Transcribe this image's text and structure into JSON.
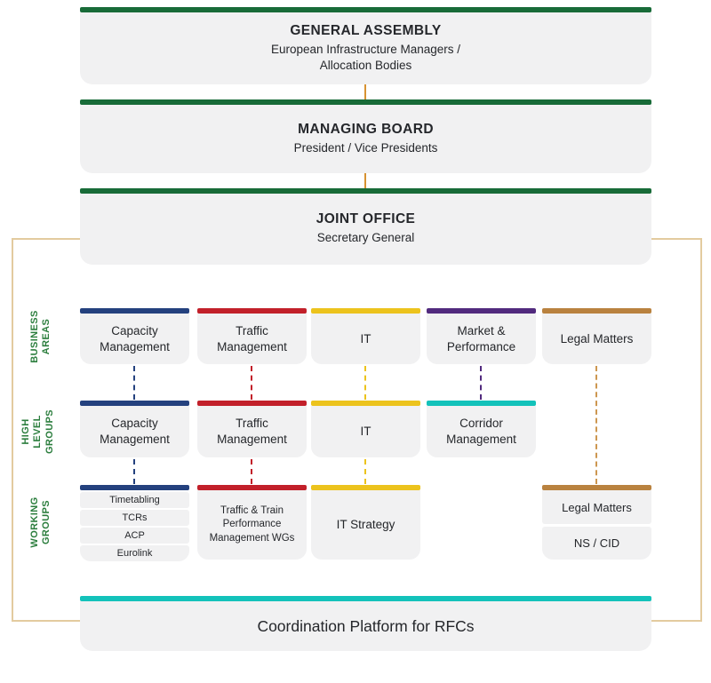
{
  "colors": {
    "green_bar": "#186b38",
    "green_label": "#2c7e3e",
    "orange_connector": "#d79232",
    "outer_frame": "#e3cb9f",
    "tan_dash": "#cd9750",
    "box_bg": "#f1f1f2",
    "blue": "#24417e",
    "red": "#c2202a",
    "yellow": "#ecc31d",
    "purple": "#512a7e",
    "brown": "#b9823f",
    "teal": "#13c2ba"
  },
  "governance": [
    {
      "title": "GENERAL ASSEMBLY",
      "subtitle_lines": [
        "European Infrastructure Managers /",
        "Allocation Bodies"
      ]
    },
    {
      "title": "MANAGING BOARD",
      "subtitle_lines": [
        "President / Vice Presidents"
      ]
    },
    {
      "title": "JOINT OFFICE",
      "subtitle_lines": [
        "Secretary General"
      ]
    }
  ],
  "row_labels": {
    "business_areas": "BUSINESS\nAREAS",
    "high_level_groups": "HIGH\nLEVEL\nGROUPS",
    "working_groups": "WORKING\nGROUPS"
  },
  "business_areas": [
    {
      "label": "Capacity Management",
      "color": "#24417e"
    },
    {
      "label": "Traffic Management",
      "color": "#c2202a"
    },
    {
      "label": "IT",
      "color": "#ecc31d"
    },
    {
      "label": "Market & Performance",
      "color": "#512a7e"
    },
    {
      "label": "Legal Matters",
      "color": "#b9823f"
    }
  ],
  "high_level_groups": [
    {
      "label": "Capacity Management",
      "color": "#24417e"
    },
    {
      "label": "Traffic Management",
      "color": "#c2202a"
    },
    {
      "label": "IT",
      "color": "#ecc31d"
    },
    {
      "label": "Corridor Management",
      "color": "#13c2ba"
    }
  ],
  "working_groups": {
    "capacity_items": [
      "Timetabling",
      "TCRs",
      "ACP",
      "Eurolink"
    ],
    "capacity_color": "#24417e",
    "traffic_label": "Traffic & Train Performance Management WGs",
    "traffic_color": "#c2202a",
    "it_label": "IT Strategy",
    "it_color": "#ecc31d",
    "legal_label": "Legal Matters",
    "legal_color": "#b9823f",
    "ns_cid_label": "NS / CID"
  },
  "bottom": {
    "label": "Coordination Platform for RFCs",
    "color": "#13c2ba"
  }
}
